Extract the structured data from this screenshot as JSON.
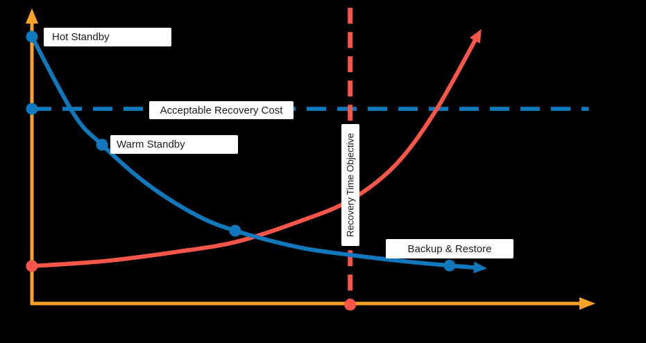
{
  "colors": {
    "background": "#000000",
    "axis_orange": "#FBA229",
    "line_blue": "#1178BC",
    "line_red": "#F9564A",
    "label_background": "#FFFFFF",
    "label_text": "#1C1C1C"
  },
  "labels": {
    "hot_standby": "Hot Standby",
    "warm_standby": "Warm Standby",
    "backup_restore": "Backup & Restore",
    "acceptable_recovery_cost": "Acceptable Recovery Cost",
    "recovery_time_objective": "Recovery Time Objective"
  },
  "chart_data": {
    "type": "line",
    "title": "",
    "xlabel": "",
    "ylabel": "",
    "x_range": [
      0,
      1
    ],
    "y_range": [
      0,
      1
    ],
    "grid": false,
    "legend": "none",
    "axes": {
      "color": "#FBA229",
      "arrows": true,
      "tick_labels": []
    },
    "annotations": [
      {
        "text": "Hot Standby",
        "x": 0.02,
        "y": 0.93,
        "attached_to": "recovery-cost-curve"
      },
      {
        "text": "Warm Standby",
        "x": 0.14,
        "y": 0.56,
        "attached_to": "recovery-cost-curve"
      },
      {
        "text": "Backup & Restore",
        "x": 0.63,
        "y": 0.2,
        "attached_to": "recovery-cost-curve"
      },
      {
        "text": "Acceptable Recovery Cost",
        "x": 0.21,
        "y": 0.661,
        "attached_to": "acceptable-recovery-cost-line"
      },
      {
        "text": "Recovery Time Objective",
        "x": 0.567,
        "y": 0.37,
        "rotation": 90,
        "attached_to": "recovery-time-objective-line"
      }
    ],
    "series": [
      {
        "name": "acceptable-recovery-cost-line",
        "color": "#1178BC",
        "style": "dashed",
        "orientation": "horizontal",
        "y": 0.661,
        "x_start": 0.0,
        "x_end": 0.992,
        "markers": [
          [
            0.0,
            0.661
          ]
        ]
      },
      {
        "name": "recovery-time-objective-line",
        "color": "#F9564A",
        "style": "dashed",
        "orientation": "vertical",
        "x": 0.567,
        "y_start": 1.004,
        "y_end": -0.001,
        "markers": [
          [
            0.567,
            -0.004
          ]
        ]
      },
      {
        "name": "downtime-cost-curve",
        "color": "#F9564A",
        "style": "solid",
        "arrow_end": true,
        "points": [
          [
            0.0,
            0.127
          ],
          [
            0.129,
            0.144
          ],
          [
            0.252,
            0.174
          ],
          [
            0.363,
            0.209
          ],
          [
            0.475,
            0.278
          ],
          [
            0.567,
            0.351
          ],
          [
            0.648,
            0.471
          ],
          [
            0.719,
            0.654
          ],
          [
            0.791,
            0.899
          ]
        ],
        "markers": [
          [
            0.0,
            0.127
          ]
        ]
      },
      {
        "name": "recovery-cost-curve",
        "color": "#1178BC",
        "style": "solid",
        "arrow_end": true,
        "points": [
          [
            0.0,
            0.906
          ],
          [
            0.075,
            0.642
          ],
          [
            0.125,
            0.539
          ],
          [
            0.203,
            0.409
          ],
          [
            0.289,
            0.304
          ],
          [
            0.362,
            0.247
          ],
          [
            0.475,
            0.191
          ],
          [
            0.567,
            0.165
          ],
          [
            0.66,
            0.144
          ],
          [
            0.744,
            0.129
          ],
          [
            0.791,
            0.122
          ]
        ],
        "markers": [
          [
            0.0,
            0.906
          ],
          [
            0.125,
            0.539
          ],
          [
            0.362,
            0.247
          ],
          [
            0.744,
            0.129
          ]
        ]
      }
    ]
  }
}
